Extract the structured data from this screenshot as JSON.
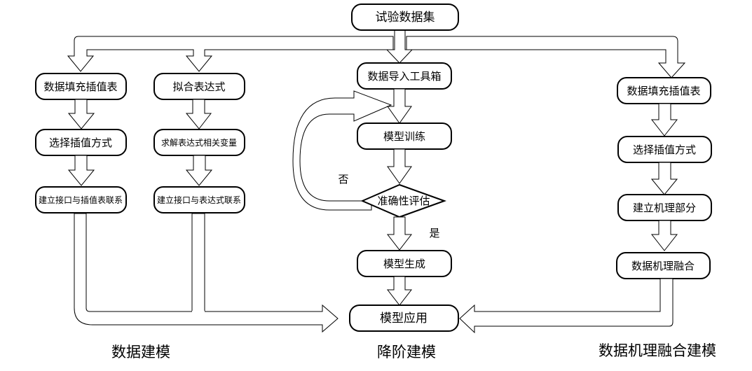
{
  "nodes": {
    "dataset": "试验数据集",
    "left1_fill_table": "数据填充插值表",
    "left1_select_interp": "选择插值方式",
    "left1_interface": "建立接口与插值表联系",
    "left2_fit_expr": "拟合表达式",
    "left2_solve_vars": "求解表达式相关变量",
    "left2_interface": "建立接口与表达式联系",
    "center_import": "数据导入工具箱",
    "center_train": "模型训练",
    "center_eval": "准确性评估",
    "center_generate": "模型生成",
    "center_apply": "模型应用",
    "right_fill_table": "数据填充插值表",
    "right_select_interp": "选择插值方式",
    "right_mechanism": "建立机理部分",
    "right_fusion": "数据机理融合"
  },
  "branch_labels": {
    "no": "否",
    "yes": "是"
  },
  "sections": {
    "data_modeling": "数据建模",
    "reduced_order": "降阶建模",
    "fusion_modeling": "数据机理融合建模"
  }
}
